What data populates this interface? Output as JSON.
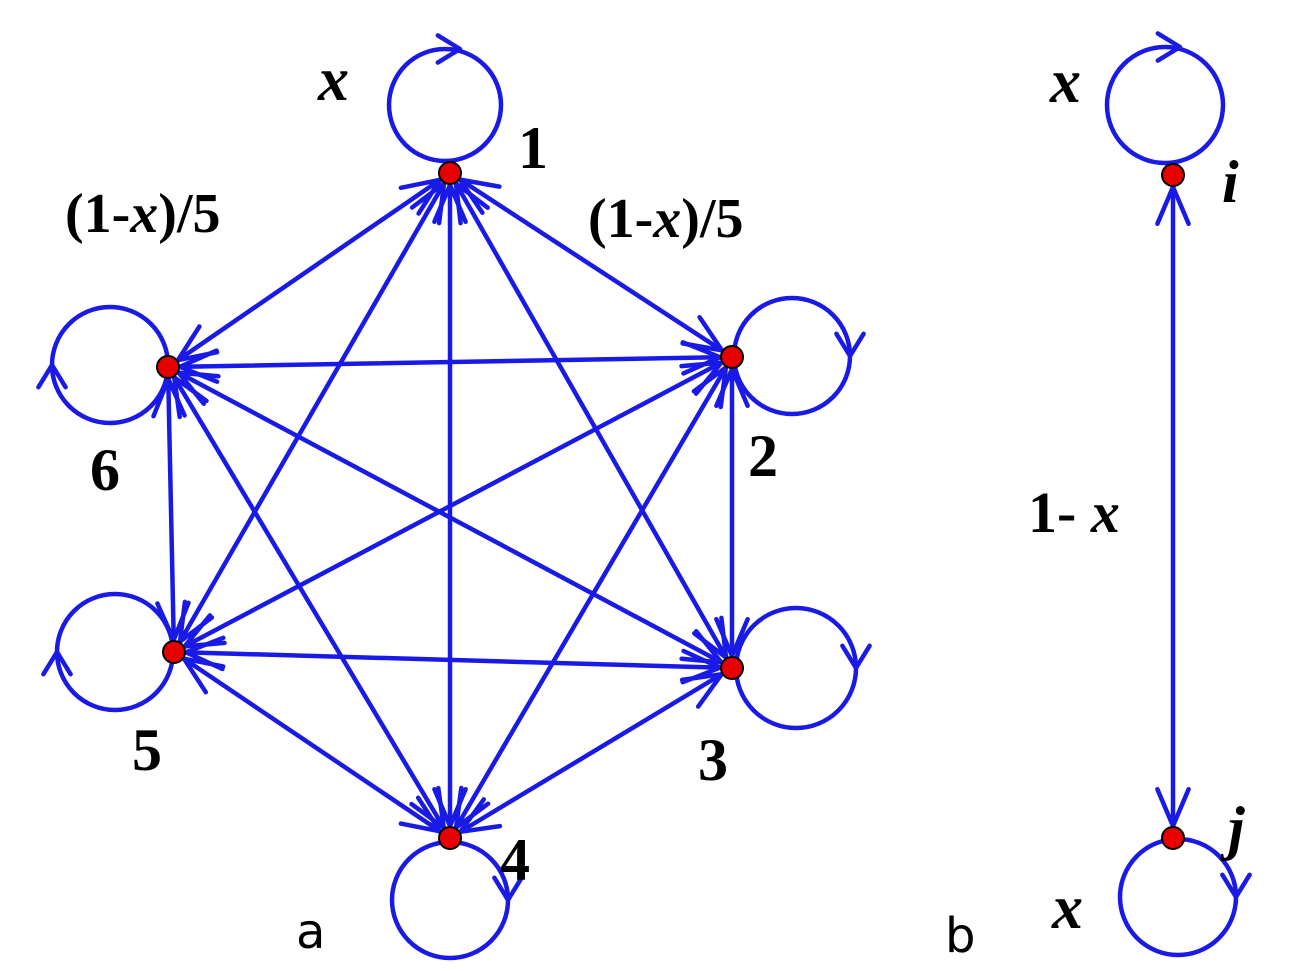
{
  "colors": {
    "edge": "#1a1ae6",
    "node": "#e60000"
  },
  "panel_a": {
    "panel_label": "a",
    "self_loop_label": "x",
    "edge_label_left": "(1-x)/5",
    "edge_label_right": "(1-x)/5",
    "nodes": [
      "1",
      "2",
      "3",
      "4",
      "5",
      "6"
    ]
  },
  "panel_b": {
    "panel_label": "b",
    "edge_label": "1- x",
    "nodes": [
      "i",
      "j"
    ],
    "self_loop_label_top": "x",
    "self_loop_label_bottom": "x"
  }
}
